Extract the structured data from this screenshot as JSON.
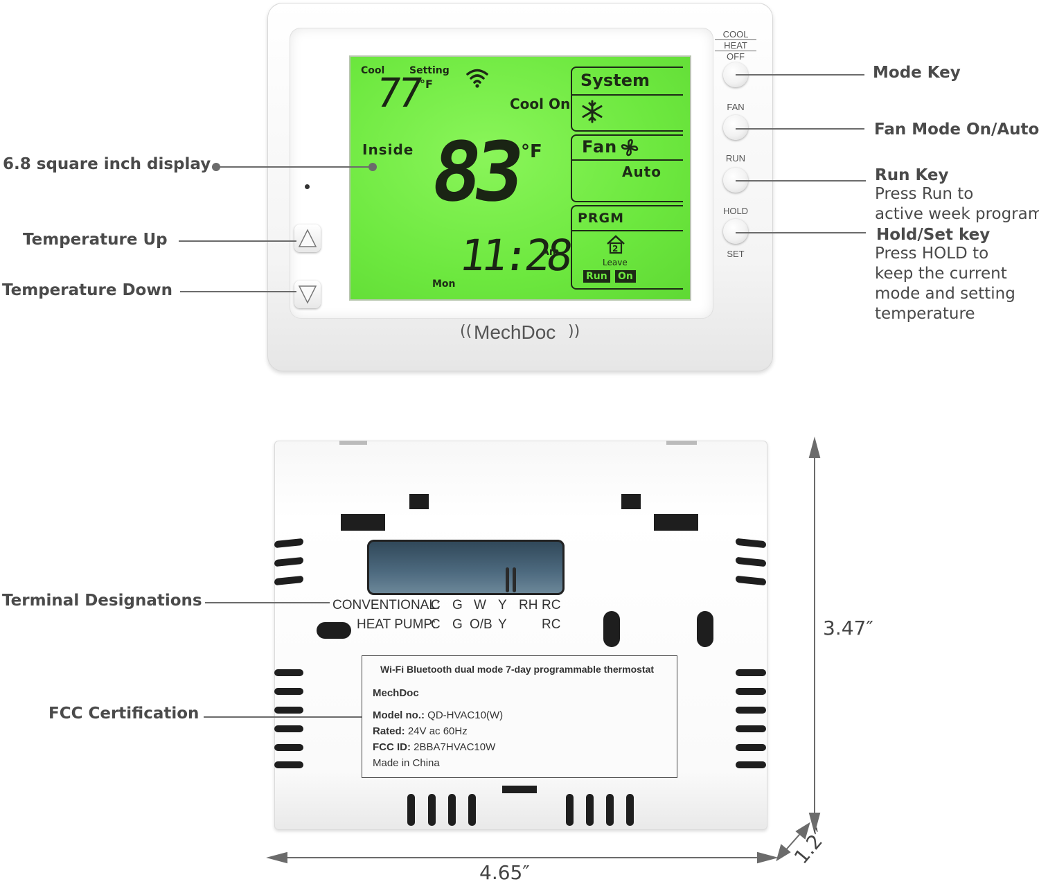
{
  "front": {
    "lcd": {
      "cool_label": "Cool",
      "setting_label": "Setting",
      "setting_temp": "77",
      "setting_unit": "°F",
      "status": "Cool On",
      "inside_label": "Inside",
      "inside_temp": "83",
      "inside_unit": "°F",
      "time": "11:28",
      "am_pm": "Am",
      "day": "Mon",
      "system_title": "System",
      "fan_title": "Fan",
      "fan_mode": "Auto",
      "prgm_title": "PRGM",
      "prgm_period": "2",
      "prgm_event": "Leave",
      "run_badge": "Run",
      "on_badge": "On"
    },
    "buttons": {
      "mode_labels": [
        "COOL",
        "HEAT",
        "OFF"
      ],
      "fan_label": "FAN",
      "run_label": "RUN",
      "hold_label": "HOLD",
      "set_label": "SET"
    },
    "brand": "MechDoc"
  },
  "callouts": {
    "display": "6.8 square inch display",
    "temp_up": "Temperature Up",
    "temp_down": "Temperature Down",
    "mode_key": "Mode Key",
    "fan_mode": "Fan Mode On/Auto",
    "run_key": "Run Key",
    "run_desc": [
      "Press Run to",
      "active week program"
    ],
    "hold_key": "Hold/Set key",
    "hold_desc": [
      "Press HOLD to",
      "keep the current",
      "mode and setting",
      "temperature"
    ],
    "terminal": "Terminal Designations",
    "fcc": "FCC Certification"
  },
  "back": {
    "conventional_label": "CONVENTIONAL:",
    "conventional_terms": [
      "C",
      "G",
      "W",
      "Y",
      "RH",
      "RC"
    ],
    "heatpump_label": "HEAT PUMP:",
    "heatpump_terms": [
      "C",
      "G",
      "O/B",
      "Y",
      "RC"
    ],
    "label_title": "Wi-Fi Bluetooth dual mode 7-day programmable thermostat",
    "label_brand": "MechDoc",
    "model_key": "Model no.:",
    "model_val": "QD-HVAC10(W)",
    "rated_key": "Rated:",
    "rated_val": "24V ac 60Hz",
    "fcc_key": "FCC ID:",
    "fcc_val": "2BBA7HVAC10W",
    "origin": "Made in China"
  },
  "dimensions": {
    "width": "4.65″",
    "height": "3.47″",
    "depth": "1.2″"
  }
}
